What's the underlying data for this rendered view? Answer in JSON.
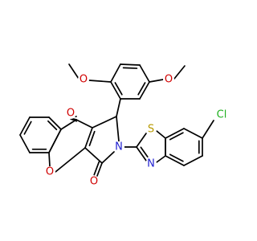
{
  "structure": {
    "colors": {
      "bond": "#000000",
      "O": "#d00000",
      "N": "#1f1fd0",
      "S": "#b89a00",
      "Cl": "#20b020"
    },
    "atom_labels": [
      {
        "id": "o-methoxy-left",
        "element": "O",
        "text": "O"
      },
      {
        "id": "o-methoxy-right",
        "element": "O",
        "text": "O"
      },
      {
        "id": "o-carbonyl-top",
        "element": "O",
        "text": "O"
      },
      {
        "id": "o-chromene-ring",
        "element": "O",
        "text": "O"
      },
      {
        "id": "o-carbonyl-bottom",
        "element": "O",
        "text": "O"
      },
      {
        "id": "n-pyrrole",
        "element": "N",
        "text": "N"
      },
      {
        "id": "n-thiazole",
        "element": "N",
        "text": "N"
      },
      {
        "id": "s-thiazole",
        "element": "S",
        "text": "S"
      },
      {
        "id": "cl-substituent",
        "element": "Cl",
        "text": "Cl"
      }
    ]
  }
}
